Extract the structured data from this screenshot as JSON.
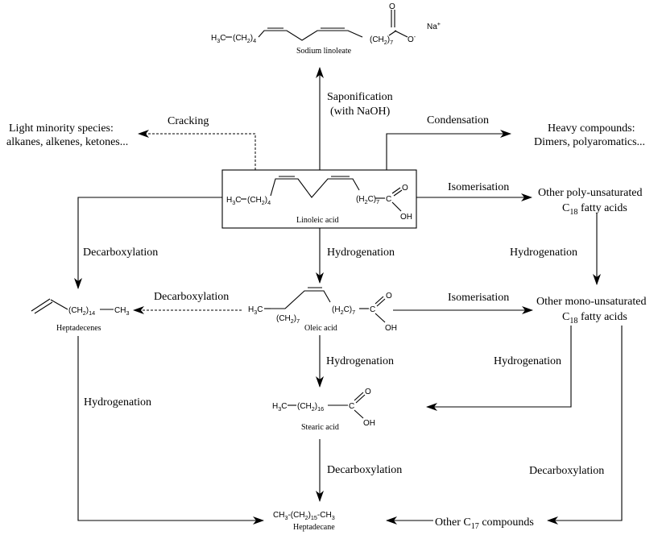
{
  "compounds": {
    "sodium_linoleate": {
      "caption": "Sodium linoleate",
      "h3c": "H3C",
      "ch2_4": "(CH2)4",
      "ch2_7": "(CH2)7",
      "o": "O",
      "o_minus": "O-",
      "na": "Na+"
    },
    "linoleic_acid": {
      "caption": "Linoleic acid",
      "h3c": "H3C",
      "ch2_4": "(CH2)4",
      "ch2_7": "(H2C)7",
      "c": "C",
      "o": "O",
      "oh": "OH"
    },
    "oleic_acid": {
      "caption": "Oleic acid",
      "h3c": "H3C",
      "ch2_7a": "(CH2)7",
      "ch2_7b": "(H2C)7",
      "c": "C",
      "o": "O",
      "oh": "OH"
    },
    "stearic_acid": {
      "caption": "Stearic acid",
      "h3c": "H3C",
      "ch2_16": "(CH2)16",
      "c": "C",
      "o": "O",
      "oh": "OH"
    },
    "heptadecenes": {
      "caption": "Heptadecenes",
      "ch2_14": "(CH2)14",
      "ch3": "CH3"
    },
    "heptadecane": {
      "caption": "Heptadecane",
      "formula": "CH3-(CH2)15-CH3"
    }
  },
  "product_groups": {
    "light_species": [
      "Light minority species:",
      "alkanes, alkenes, ketones..."
    ],
    "heavy_compounds": [
      "Heavy compounds:",
      "Dimers, polyaromatics..."
    ],
    "poly_unsaturated": [
      "Other poly-unsaturated",
      "C18 fatty acids"
    ],
    "mono_unsaturated": [
      "Other mono-unsaturated",
      "C18 fatty acids"
    ],
    "other_c17": "Other C17 compounds"
  },
  "reactions": {
    "cracking": "Cracking",
    "saponification": [
      "Saponification",
      "(with NaOH)"
    ],
    "condensation": "Condensation",
    "isomerisation_1": "Isomerisation",
    "isomerisation_2": "Isomerisation",
    "decarboxylation_left": "Decarboxylation",
    "decarboxylation_mid": "Decarboxylation",
    "decarboxylation_stearic": "Decarboxylation",
    "decarboxylation_right": "Decarboxylation",
    "hydrogenation_linoleic": "Hydrogenation",
    "hydrogenation_oleic": "Hydrogenation",
    "hydrogenation_poly": "Hydrogenation",
    "hydrogenation_mono": "Hydrogenation",
    "hydrogenation_heptadecenes": "Hydrogenation"
  }
}
